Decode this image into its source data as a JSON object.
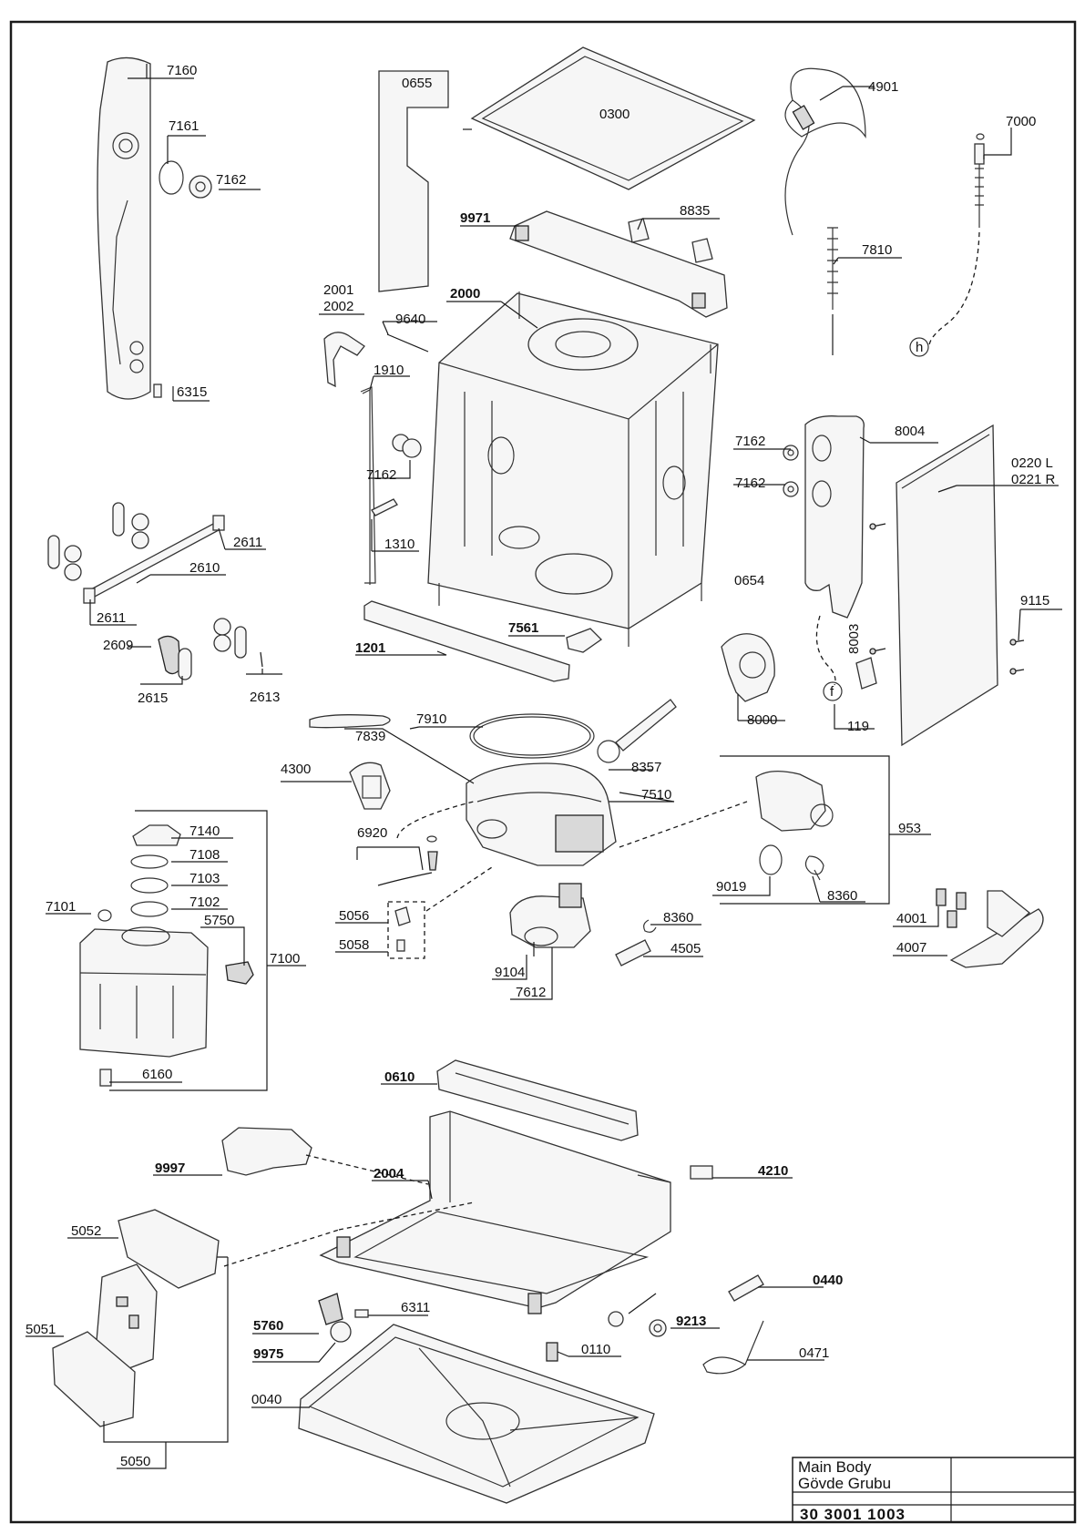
{
  "labels": {
    "l7160": "7160",
    "l7161": "7161",
    "l7162a": "7162",
    "l6315": "6315",
    "l0655": "0655",
    "l0300": "0300",
    "l4901": "4901",
    "l7000": "7000",
    "l9971": "9971",
    "l8835": "8835",
    "l7810": "7810",
    "l2001": "2001",
    "l2002": "2002",
    "l2000": "2000",
    "l9640": "9640",
    "l1910": "1910",
    "l7162b": "7162",
    "l1310": "1310",
    "l7162c": "7162",
    "l7162d": "7162",
    "l8004": "8004",
    "l0220": "0220 L",
    "l0221": "0221 R",
    "l2611a": "2611",
    "l2610": "2610",
    "l2611b": "2611",
    "l2609": "2609",
    "l2615": "2615",
    "l2613": "2613",
    "l1201": "1201",
    "l7561": "7561",
    "l0654": "0654",
    "l9115": "9115",
    "l8003": "8003",
    "l8000": "8000",
    "l119": "119",
    "l7910": "7910",
    "l7839": "7839",
    "l4300": "4300",
    "l8357": "8357",
    "l7510": "7510",
    "l953": "953",
    "l6920": "6920",
    "l7140": "7140",
    "l7108": "7108",
    "l7103": "7103",
    "l7102": "7102",
    "l7101": "7101",
    "l5750": "5750",
    "l7100": "7100",
    "l6160": "6160",
    "l5056": "5056",
    "l5058": "5058",
    "l9104": "9104",
    "l7612": "7612",
    "l9019": "9019",
    "l8360a": "8360",
    "l8360b": "8360",
    "l4505": "4505",
    "l4001": "4001",
    "l4007": "4007",
    "l0610": "0610",
    "l9997": "9997",
    "l2004": "2004",
    "l4210": "4210",
    "l5052": "5052",
    "l5051": "5051",
    "l5050": "5050",
    "l5760": "5760",
    "l6311": "6311",
    "l9975": "9975",
    "l0110": "0110",
    "l0040": "0040",
    "l0440": "0440",
    "l9213": "9213",
    "l0471": "0471",
    "hose_h": "h",
    "hose_f": "f"
  },
  "title_block": {
    "title_en": "Main Body",
    "title_tr": "Gövde Grubu",
    "code": "30 3001 1003"
  }
}
